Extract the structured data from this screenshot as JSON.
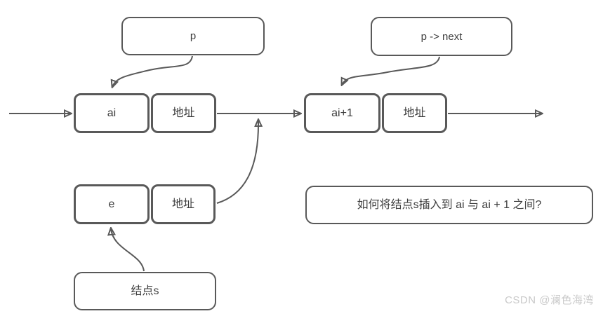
{
  "diagram": {
    "p_label": "p",
    "p_next_label": "p -> next",
    "node_ai": {
      "data": "ai",
      "addr": "地址"
    },
    "node_ai1": {
      "data": "ai+1",
      "addr": "地址"
    },
    "node_e": {
      "data": "e",
      "addr": "地址"
    },
    "node_s_label": "结点s",
    "question": "如何将结点s插入到 ai 与 ai + 1 之间?"
  },
  "watermark": "CSDN @澜色海湾",
  "colors": {
    "stroke": "#595959",
    "text": "#3d3d3d",
    "watermark": "#c9c9c9",
    "background": "#ffffff"
  }
}
